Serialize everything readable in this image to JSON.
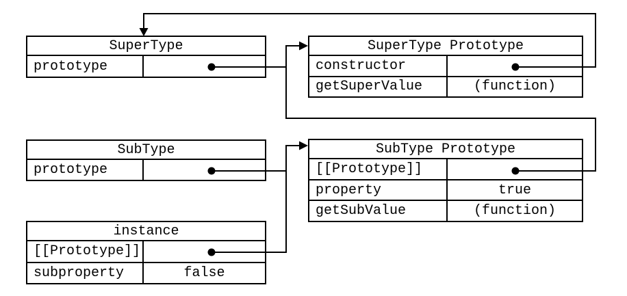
{
  "diagram": {
    "description": "JavaScript prototype chain diagram",
    "colors": {
      "line": "#000000",
      "text": "#000000",
      "background": "#ffffff"
    },
    "boxes": [
      {
        "id": "supertype",
        "title": "SuperType",
        "rows": [
          {
            "label": "prototype",
            "pointer": true,
            "value": ""
          }
        ]
      },
      {
        "id": "supertype-prototype",
        "title": "SuperType Prototype",
        "rows": [
          {
            "label": "constructor",
            "pointer": true,
            "value": ""
          },
          {
            "label": "getSuperValue",
            "pointer": false,
            "value": "(function)"
          }
        ]
      },
      {
        "id": "subtype",
        "title": "SubType",
        "rows": [
          {
            "label": "prototype",
            "pointer": true,
            "value": ""
          }
        ]
      },
      {
        "id": "subtype-prototype",
        "title": "SubType Prototype",
        "rows": [
          {
            "label": "[[Prototype]]",
            "pointer": true,
            "value": ""
          },
          {
            "label": "property",
            "pointer": false,
            "value": "true"
          },
          {
            "label": "getSubValue",
            "pointer": false,
            "value": "(function)"
          }
        ]
      },
      {
        "id": "instance",
        "title": "instance",
        "rows": [
          {
            "label": "[[Prototype]]",
            "pointer": true,
            "value": ""
          },
          {
            "label": "subproperty",
            "pointer": false,
            "value": "false"
          }
        ]
      }
    ],
    "edges": [
      {
        "from": "SuperType Prototype.constructor",
        "to": "SuperType"
      },
      {
        "from": "SuperType.prototype",
        "to": "SuperType Prototype"
      },
      {
        "from": "SubType Prototype.[[Prototype]]",
        "to": "SuperType Prototype"
      },
      {
        "from": "SubType.prototype",
        "to": "SubType Prototype"
      },
      {
        "from": "instance.[[Prototype]]",
        "to": "SubType Prototype"
      }
    ]
  }
}
